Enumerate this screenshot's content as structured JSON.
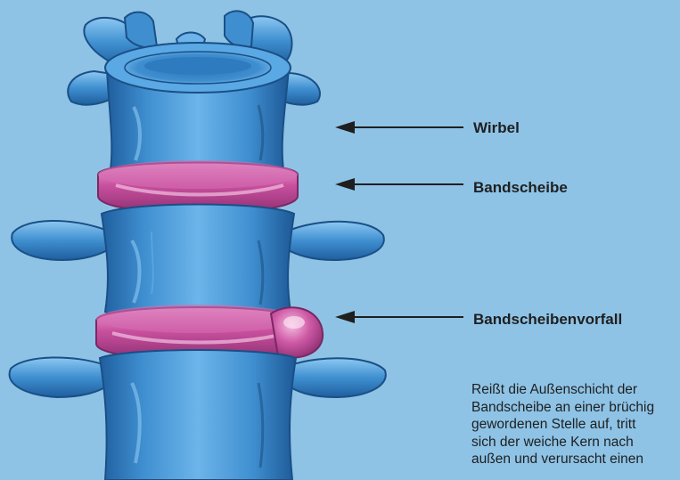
{
  "labels": {
    "vertebra": "Wirbel",
    "disc": "Bandscheibe",
    "herniation": "Bandscheibenvorfall"
  },
  "description": {
    "lines": [
      "Reißt die Außenschicht der",
      "Bandscheibe an einer brüchig",
      "gewordenen Stelle auf, tritt",
      "sich der weiche Kern nach",
      "außen und verursacht einen"
    ]
  },
  "colors": {
    "background": "#8ec3e6",
    "bone": "#3f8fd0",
    "bone_dark": "#1f5e9e",
    "bone_light": "#8cc8f2",
    "disc": "#c9509f",
    "disc_light": "#eea5d6"
  }
}
